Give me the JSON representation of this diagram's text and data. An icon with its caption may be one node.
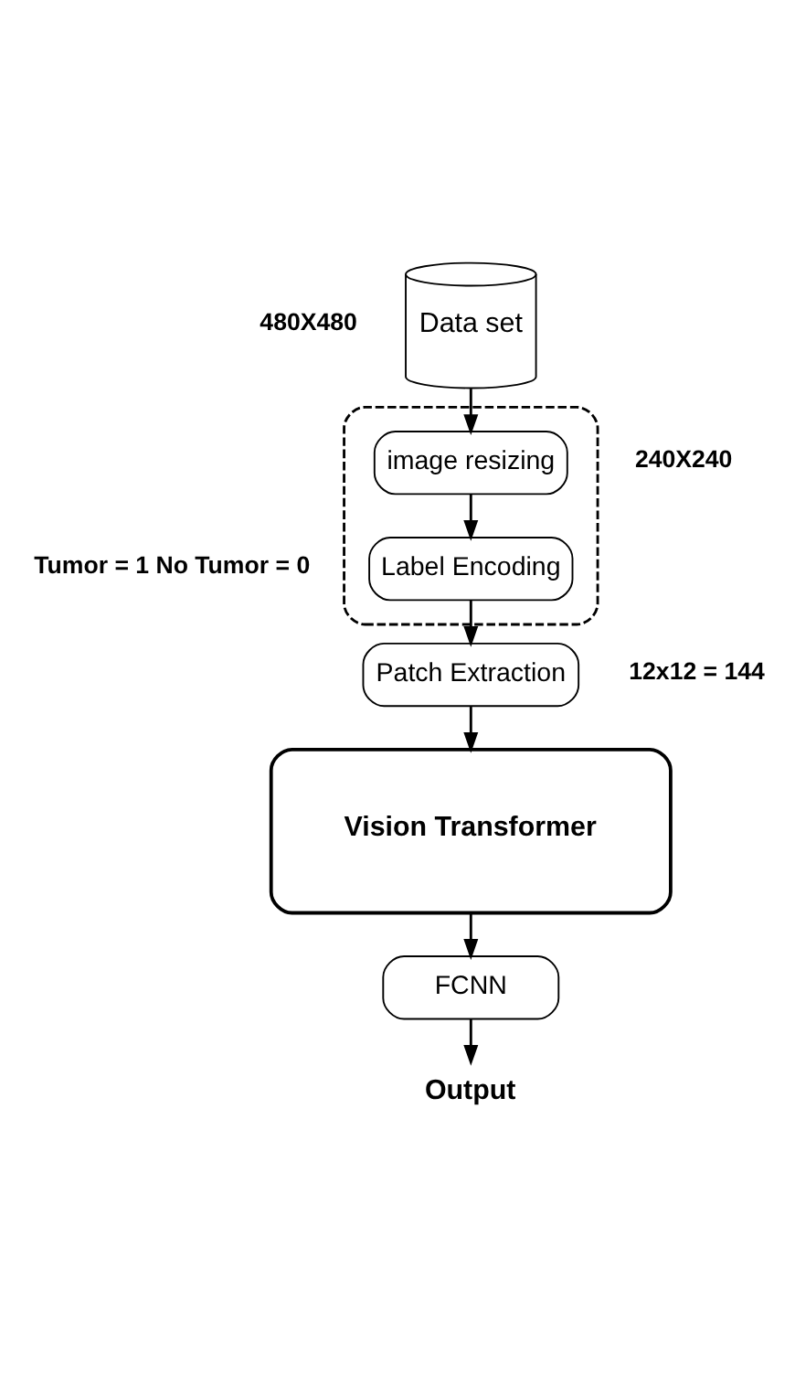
{
  "diagram": {
    "nodes": [
      {
        "text": [
          "Data set"
        ],
        "beside": [
          "480X480"
        ]
      },
      {
        "text": [],
        "shape": "box"
      },
      {
        "text": [
          "image resizing"
        ],
        "in": 1,
        "beside": [
          "240X240"
        ]
      },
      {
        "text": [
          "Label Encoding"
        ],
        "in": 1,
        "beside": [
          "Tumor = 1 No Tumor = 0"
        ]
      },
      {
        "text": [
          "Patch Extraction"
        ],
        "beside": [
          "12x12 = 144"
        ]
      },
      {
        "text": [
          "Vision Transformer"
        ]
      },
      {
        "text": [
          "FCNN"
        ]
      },
      {
        "text": [
          "Output"
        ]
      }
    ],
    "edges": [
      {
        "from": 0,
        "to": 2,
        "arrow": "to"
      },
      {
        "from": 2,
        "to": 3,
        "arrow": "to"
      },
      {
        "from": 3,
        "to": 4,
        "arrow": "to"
      },
      {
        "from": 4,
        "to": 5,
        "arrow": "to"
      },
      {
        "from": 5,
        "to": 6,
        "arrow": "to"
      },
      {
        "from": 6,
        "to": 7,
        "arrow": "to"
      }
    ]
  }
}
